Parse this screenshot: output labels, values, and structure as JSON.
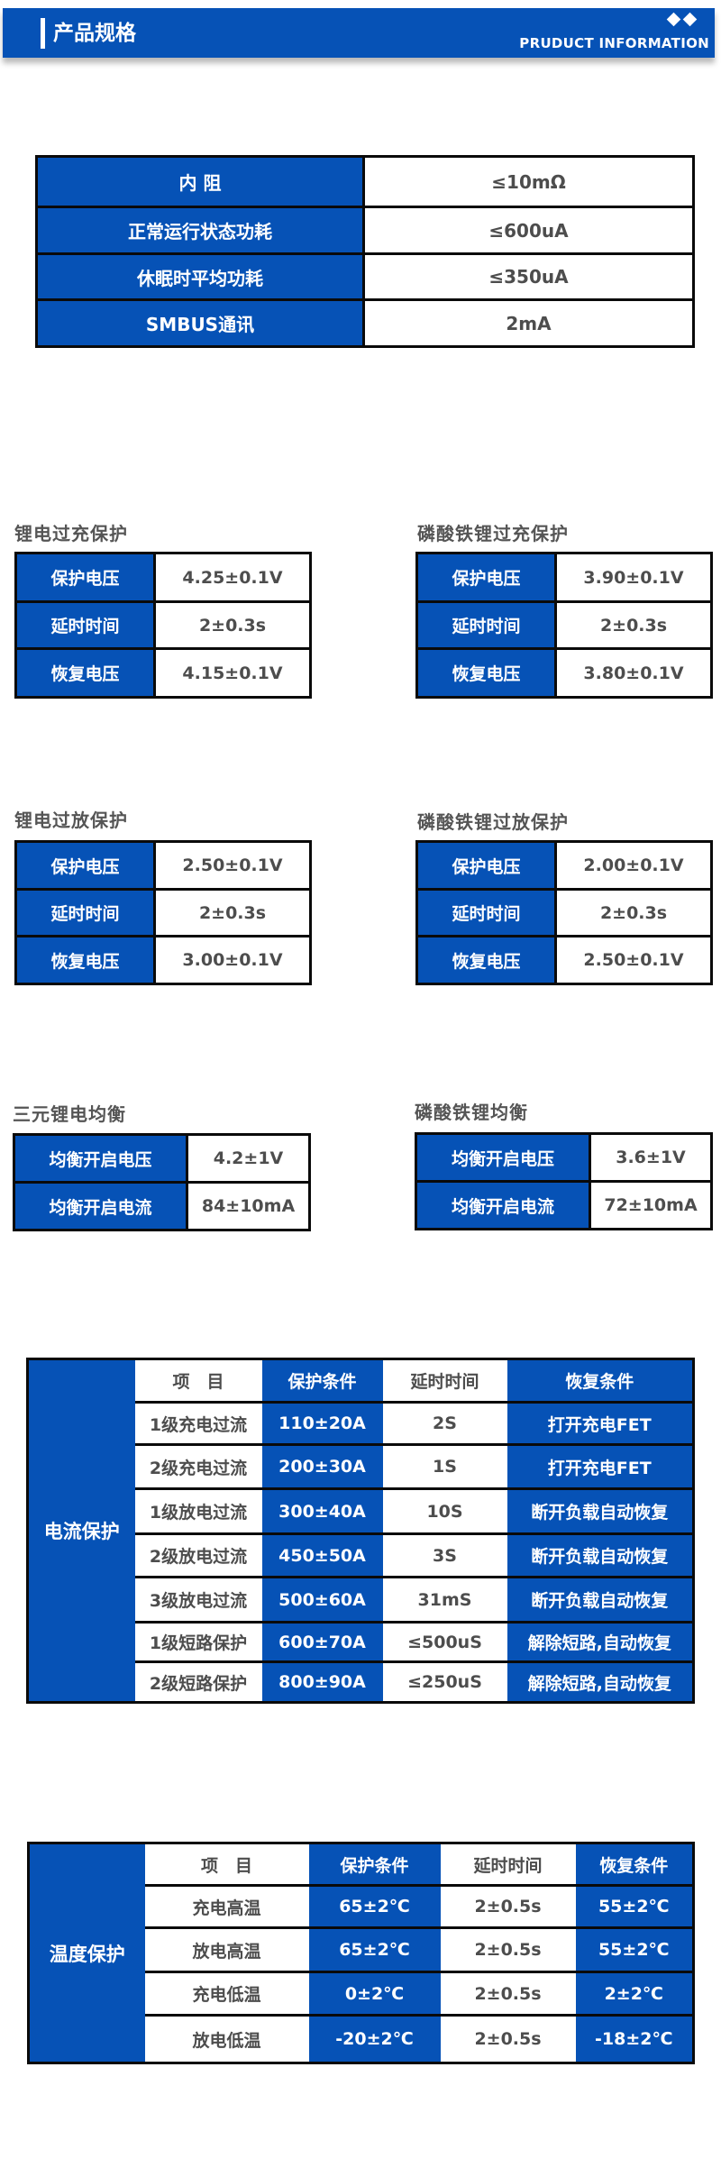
{
  "header": {
    "title": "产品规格",
    "subtitle_en": "PRUDUCT INFORMATION",
    "icons": [
      "diamond-icon",
      "diamond-icon"
    ]
  },
  "colors": {
    "brand_blue": "#0652b6",
    "border": "#0a0a0a",
    "text_gray": "#4d4d4d",
    "white": "#ffffff"
  },
  "spec_table": {
    "rows": [
      {
        "label": "内 阻",
        "value": "≤10mΩ"
      },
      {
        "label": "正常运行状态功耗",
        "value": "≤600uA"
      },
      {
        "label": "休眠时平均功耗",
        "value": "≤350uA"
      },
      {
        "label": "SMBUS通讯",
        "value": "2mA"
      }
    ]
  },
  "li_overcharge": {
    "title": "锂电过充保护",
    "rows": [
      {
        "label": "保护电压",
        "value": "4.25±0.1V"
      },
      {
        "label": "延时时间",
        "value": "2±0.3s"
      },
      {
        "label": "恢复电压",
        "value": "4.15±0.1V"
      }
    ]
  },
  "lfp_overcharge": {
    "title": "磷酸铁锂过充保护",
    "rows": [
      {
        "label": "保护电压",
        "value": "3.90±0.1V"
      },
      {
        "label": "延时时间",
        "value": "2±0.3s"
      },
      {
        "label": "恢复电压",
        "value": "3.80±0.1V"
      }
    ]
  },
  "li_overdischarge": {
    "title": "锂电过放保护",
    "rows": [
      {
        "label": "保护电压",
        "value": "2.50±0.1V"
      },
      {
        "label": "延时时间",
        "value": "2±0.3s"
      },
      {
        "label": "恢复电压",
        "value": "3.00±0.1V"
      }
    ]
  },
  "lfp_overdischarge": {
    "title": "磷酸铁锂过放保护",
    "rows": [
      {
        "label": "保护电压",
        "value": "2.00±0.1V"
      },
      {
        "label": "延时时间",
        "value": "2±0.3s"
      },
      {
        "label": "恢复电压",
        "value": "2.50±0.1V"
      }
    ]
  },
  "ternary_balance": {
    "title": "三元锂电均衡",
    "rows": [
      {
        "label": "均衡开启电压",
        "value": "4.2±1V"
      },
      {
        "label": "均衡开启电流",
        "value": "84±10mA"
      }
    ]
  },
  "lfp_balance": {
    "title": "磷酸铁锂均衡",
    "rows": [
      {
        "label": "均衡开启电压",
        "value": "3.6±1V"
      },
      {
        "label": "均衡开启电流",
        "value": "72±10mA"
      }
    ]
  },
  "current_protection": {
    "category": "电流保护",
    "headers": [
      "项　目",
      "保护条件",
      "延时时间",
      "恢复条件"
    ],
    "rows": [
      {
        "item": "1级充电过流",
        "condition": "110±20A",
        "delay": "2S",
        "recovery": "打开充电FET"
      },
      {
        "item": "2级充电过流",
        "condition": "200±30A",
        "delay": "1S",
        "recovery": "打开充电FET"
      },
      {
        "item": "1级放电过流",
        "condition": "300±40A",
        "delay": "10S",
        "recovery": "断开负载自动恢复"
      },
      {
        "item": "2级放电过流",
        "condition": "450±50A",
        "delay": "3S",
        "recovery": "断开负载自动恢复"
      },
      {
        "item": "3级放电过流",
        "condition": "500±60A",
        "delay": "31mS",
        "recovery": "断开负载自动恢复"
      },
      {
        "item": "1级短路保护",
        "condition": "600±70A",
        "delay": "≤500uS",
        "recovery": "解除短路,自动恢复"
      },
      {
        "item": "2级短路保护",
        "condition": "800±90A",
        "delay": "≤250uS",
        "recovery": "解除短路,自动恢复"
      }
    ]
  },
  "temperature_protection": {
    "category": "温度保护",
    "headers": [
      "项　目",
      "保护条件",
      "延时时间",
      "恢复条件"
    ],
    "rows": [
      {
        "item": "充电高温",
        "condition": "65±2℃",
        "delay": "2±0.5s",
        "recovery": "55±2℃"
      },
      {
        "item": "放电高温",
        "condition": "65±2℃",
        "delay": "2±0.5s",
        "recovery": "55±2℃"
      },
      {
        "item": "充电低温",
        "condition": "0±2℃",
        "delay": "2±0.5s",
        "recovery": "2±2℃"
      },
      {
        "item": "放电低温",
        "condition": "-20±2℃",
        "delay": "2±0.5s",
        "recovery": "-18±2℃"
      }
    ]
  }
}
